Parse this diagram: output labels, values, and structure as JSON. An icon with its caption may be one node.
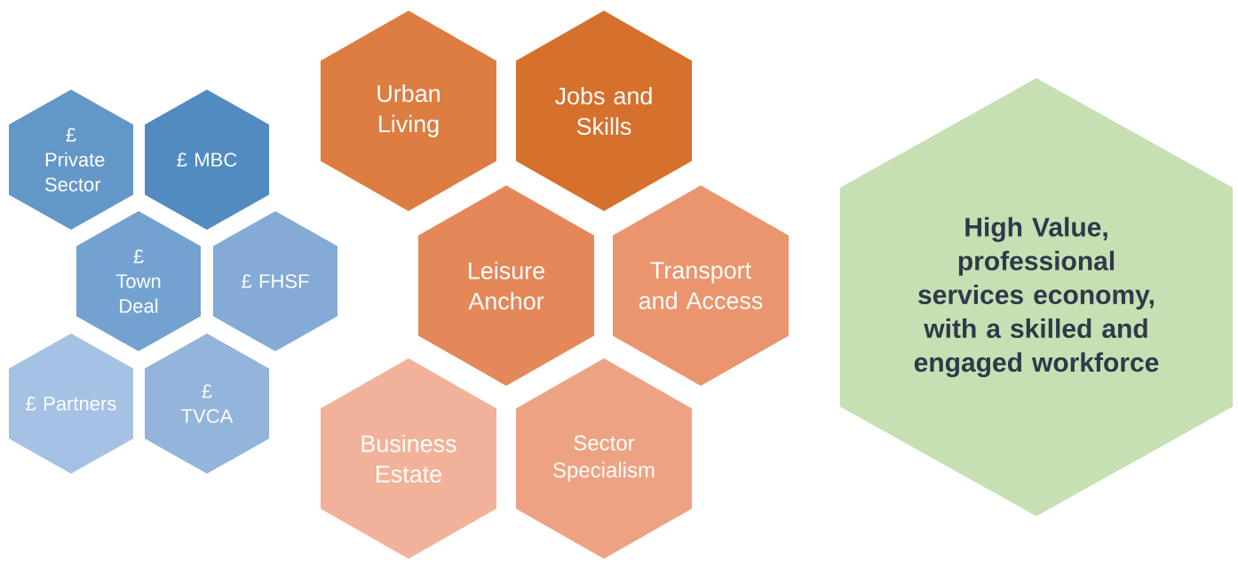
{
  "diagram": {
    "nodes": [
      {
        "text": [
          "£ Private Sector"
        ]
      },
      {
        "text": [
          "£ MBC"
        ]
      },
      {
        "text": [
          "£ Town Deal"
        ]
      },
      {
        "text": [
          "£ FHSF"
        ]
      },
      {
        "text": [
          "£ Partners"
        ]
      },
      {
        "text": [
          "£ TVCA"
        ]
      },
      {
        "text": [
          "Urban Living"
        ]
      },
      {
        "text": [
          "Jobs and Skills"
        ]
      },
      {
        "text": [
          "Leisure Anchor"
        ]
      },
      {
        "text": [
          "Transport and Access"
        ]
      },
      {
        "text": [
          "Business Estate"
        ]
      },
      {
        "text": [
          "Sector Specialism"
        ]
      },
      {
        "text": [
          "High Value, professional services economy, with a skilled and engaged workforce"
        ]
      }
    ]
  }
}
